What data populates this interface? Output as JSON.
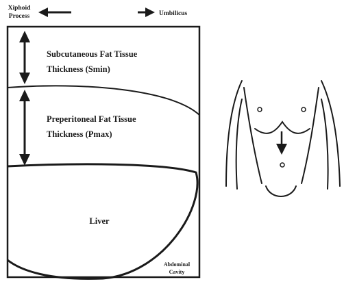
{
  "labels": {
    "xiphoid_line1": "Xiphoid",
    "xiphoid_line2": "Process",
    "umbilicus": "Umbilicus",
    "subcutaneous_line1": "Subcutaneous Fat Tissue",
    "subcutaneous_line2": "Thickness (Smin)",
    "preperitoneal_line1": "Preperitoneal Fat Tissue",
    "preperitoneal_line2": "Thickness (Pmax)",
    "liver": "Liver",
    "abdominal_line1": "Abdominal",
    "abdominal_line2": "Cavity"
  },
  "colors": {
    "line": "#1a1a1a",
    "background": "#ffffff"
  }
}
